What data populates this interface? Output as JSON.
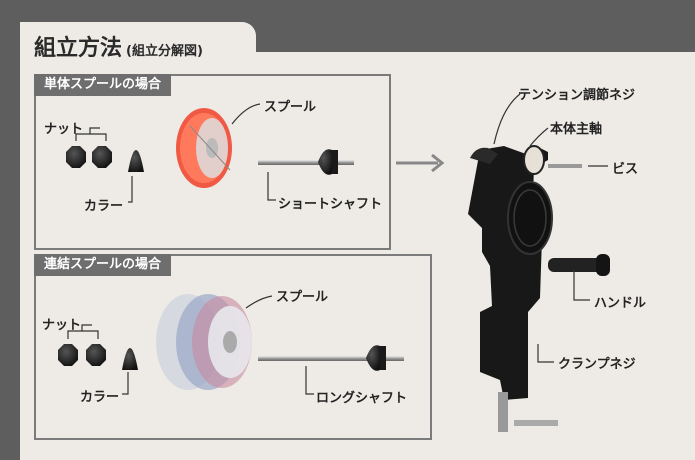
{
  "header": {
    "title": "組立方法",
    "subtitle": "(組立分解図)"
  },
  "single_spool": {
    "heading": "単体スプールの場合",
    "nut": "ナット",
    "collar": "カラー",
    "spool": "スプール",
    "shaft": "ショートシャフト"
  },
  "linked_spool": {
    "heading": "連結スプールの場合",
    "nut": "ナット",
    "collar": "カラー",
    "spool": "スプール",
    "shaft": "ロングシャフト"
  },
  "main_body": {
    "tension_screw": "テンション調節ネジ",
    "main_shaft": "本体主軸",
    "screw": "ビス",
    "handle": "ハンドル",
    "clamp_screw": "クランプネジ"
  }
}
